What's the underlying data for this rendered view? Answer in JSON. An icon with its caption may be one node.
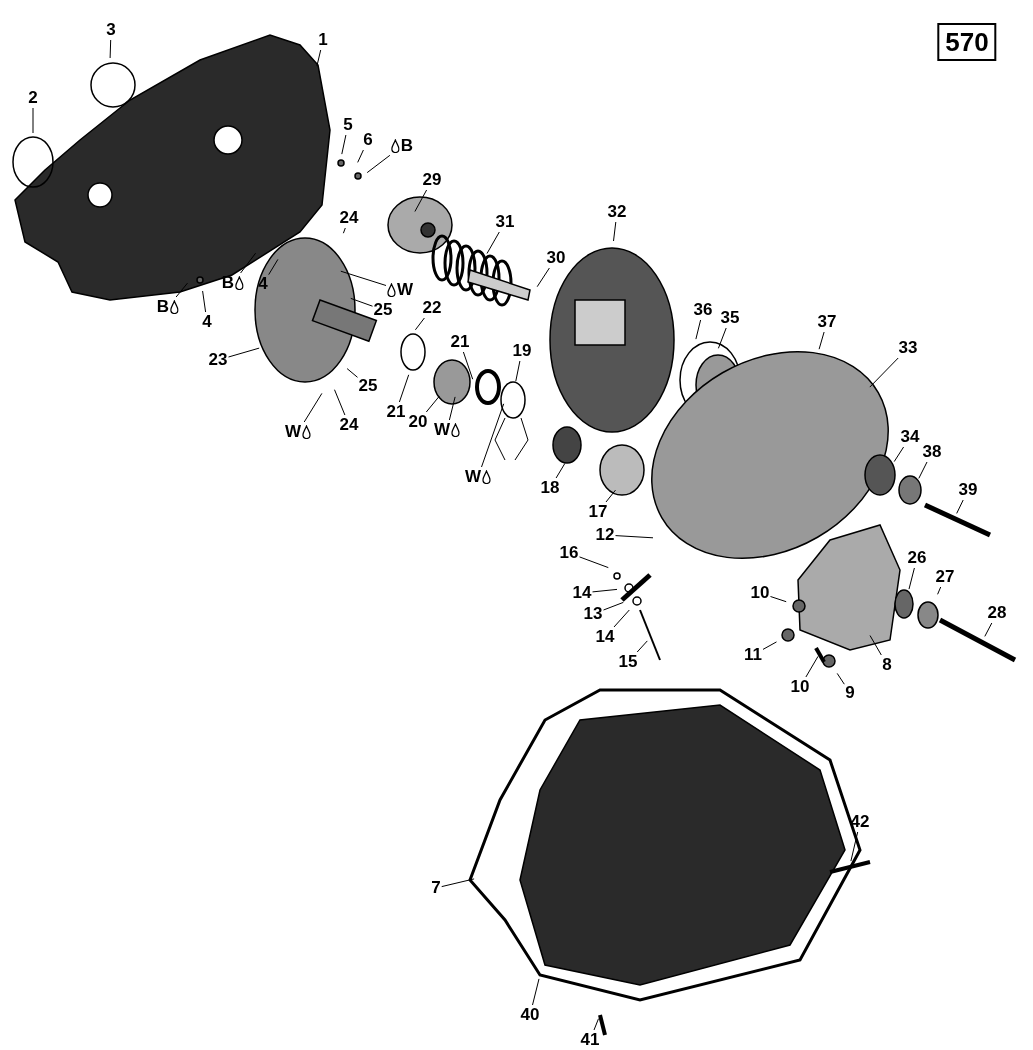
{
  "diagram": {
    "nodes": [
      {
        "text": [
          "570"
        ]
      },
      {
        "text": [
          "1"
        ]
      },
      {
        "text": [
          "3"
        ]
      },
      {
        "text": [
          "2"
        ]
      },
      {
        "text": [
          "5"
        ]
      },
      {
        "text": [
          "6"
        ]
      },
      {
        "text": [
          "B"
        ]
      },
      {
        "text": [
          "29"
        ]
      },
      {
        "text": [
          "31"
        ]
      },
      {
        "text": [
          "24"
        ]
      },
      {
        "text": [
          "32"
        ]
      },
      {
        "text": [
          "30"
        ]
      },
      {
        "text": [
          "B"
        ]
      },
      {
        "text": [
          "4"
        ]
      },
      {
        "text": [
          "W"
        ]
      },
      {
        "text": [
          "B"
        ]
      },
      {
        "text": [
          "25"
        ]
      },
      {
        "text": [
          "22"
        ]
      },
      {
        "text": [
          "36"
        ]
      },
      {
        "text": [
          "35"
        ]
      },
      {
        "text": [
          "37"
        ]
      },
      {
        "text": [
          "4"
        ]
      },
      {
        "text": [
          "21"
        ]
      },
      {
        "text": [
          "33"
        ]
      },
      {
        "text": [
          "19"
        ]
      },
      {
        "text": [
          "23"
        ]
      },
      {
        "text": [
          "25"
        ]
      },
      {
        "text": [
          "21"
        ]
      },
      {
        "text": [
          "24"
        ]
      },
      {
        "text": [
          "20"
        ]
      },
      {
        "text": [
          "W"
        ]
      },
      {
        "text": [
          "W"
        ]
      },
      {
        "text": [
          "34"
        ]
      },
      {
        "text": [
          "38"
        ]
      },
      {
        "text": [
          "W"
        ]
      },
      {
        "text": [
          "18"
        ]
      },
      {
        "text": [
          "39"
        ]
      },
      {
        "text": [
          "17"
        ]
      },
      {
        "text": [
          "12"
        ]
      },
      {
        "text": [
          "16"
        ]
      },
      {
        "text": [
          "26"
        ]
      },
      {
        "text": [
          "27"
        ]
      },
      {
        "text": [
          "14"
        ]
      },
      {
        "text": [
          "10"
        ]
      },
      {
        "text": [
          "13"
        ]
      },
      {
        "text": [
          "28"
        ]
      },
      {
        "text": [
          "14"
        ]
      },
      {
        "text": [
          "11"
        ]
      },
      {
        "text": [
          "15"
        ]
      },
      {
        "text": [
          "8"
        ]
      },
      {
        "text": [
          "10"
        ]
      },
      {
        "text": [
          "9"
        ]
      },
      {
        "text": [
          "42"
        ]
      },
      {
        "text": [
          "7"
        ]
      },
      {
        "text": [
          "40"
        ]
      },
      {
        "text": [
          "41"
        ]
      }
    ],
    "edges": [
      {
        "from": 1,
        "to": null,
        "arrow": "none"
      },
      {
        "from": 2,
        "to": null,
        "arrow": "none"
      },
      {
        "from": 3,
        "to": null,
        "arrow": "none"
      },
      {
        "from": 4,
        "to": null,
        "arrow": "none"
      },
      {
        "from": 5,
        "to": null,
        "arrow": "none"
      },
      {
        "from": 6,
        "to": null,
        "arrow": "none"
      },
      {
        "from": 7,
        "to": null,
        "arrow": "none"
      },
      {
        "from": 8,
        "to": null,
        "arrow": "none"
      },
      {
        "from": 9,
        "to": null,
        "arrow": "none"
      },
      {
        "from": 10,
        "to": null,
        "arrow": "none"
      },
      {
        "from": 11,
        "to": null,
        "arrow": "none"
      },
      {
        "from": 12,
        "to": null,
        "arrow": "none"
      },
      {
        "from": 13,
        "to": null,
        "arrow": "none"
      },
      {
        "from": 14,
        "to": null,
        "arrow": "none"
      },
      {
        "from": 15,
        "to": null,
        "arrow": "none"
      },
      {
        "from": 16,
        "to": null,
        "arrow": "none"
      },
      {
        "from": 17,
        "to": null,
        "arrow": "none"
      },
      {
        "from": 18,
        "to": null,
        "arrow": "none"
      },
      {
        "from": 19,
        "to": null,
        "arrow": "none"
      },
      {
        "from": 20,
        "to": null,
        "arrow": "none"
      },
      {
        "from": 21,
        "to": null,
        "arrow": "none"
      },
      {
        "from": 22,
        "to": null,
        "arrow": "none"
      },
      {
        "from": 23,
        "to": null,
        "arrow": "none"
      },
      {
        "from": 24,
        "to": null,
        "arrow": "none"
      },
      {
        "from": 25,
        "to": null,
        "arrow": "none"
      },
      {
        "from": 26,
        "to": null,
        "arrow": "none"
      },
      {
        "from": 27,
        "to": null,
        "arrow": "none"
      },
      {
        "from": 28,
        "to": null,
        "arrow": "none"
      },
      {
        "from": 29,
        "to": null,
        "arrow": "none"
      },
      {
        "from": 30,
        "to": null,
        "arrow": "none"
      },
      {
        "from": 31,
        "to": null,
        "arrow": "none"
      },
      {
        "from": 32,
        "to": null,
        "arrow": "none"
      },
      {
        "from": 33,
        "to": null,
        "arrow": "none"
      },
      {
        "from": 34,
        "to": null,
        "arrow": "none"
      },
      {
        "from": 35,
        "to": null,
        "arrow": "none"
      },
      {
        "from": 36,
        "to": null,
        "arrow": "none"
      },
      {
        "from": 37,
        "to": null,
        "arrow": "none"
      },
      {
        "from": 38,
        "to": null,
        "arrow": "none"
      },
      {
        "from": 39,
        "to": null,
        "arrow": "none"
      },
      {
        "from": 40,
        "to": null,
        "arrow": "none"
      },
      {
        "from": 41,
        "to": null,
        "arrow": "none"
      },
      {
        "from": 42,
        "to": null,
        "arrow": "none"
      },
      {
        "from": 43,
        "to": null,
        "arrow": "none"
      },
      {
        "from": 44,
        "to": null,
        "arrow": "none"
      },
      {
        "from": 45,
        "to": null,
        "arrow": "none"
      },
      {
        "from": 46,
        "to": null,
        "arrow": "none"
      },
      {
        "from": 47,
        "to": null,
        "arrow": "none"
      },
      {
        "from": 48,
        "to": null,
        "arrow": "none"
      },
      {
        "from": 49,
        "to": null,
        "arrow": "none"
      },
      {
        "from": 50,
        "to": null,
        "arrow": "none"
      },
      {
        "from": 51,
        "to": null,
        "arrow": "none"
      },
      {
        "from": 52,
        "to": null,
        "arrow": "none"
      },
      {
        "from": 53,
        "to": null,
        "arrow": "none"
      },
      {
        "from": 54,
        "to": null,
        "arrow": "none"
      },
      {
        "from": 55,
        "to": null,
        "arrow": "none"
      }
    ]
  }
}
